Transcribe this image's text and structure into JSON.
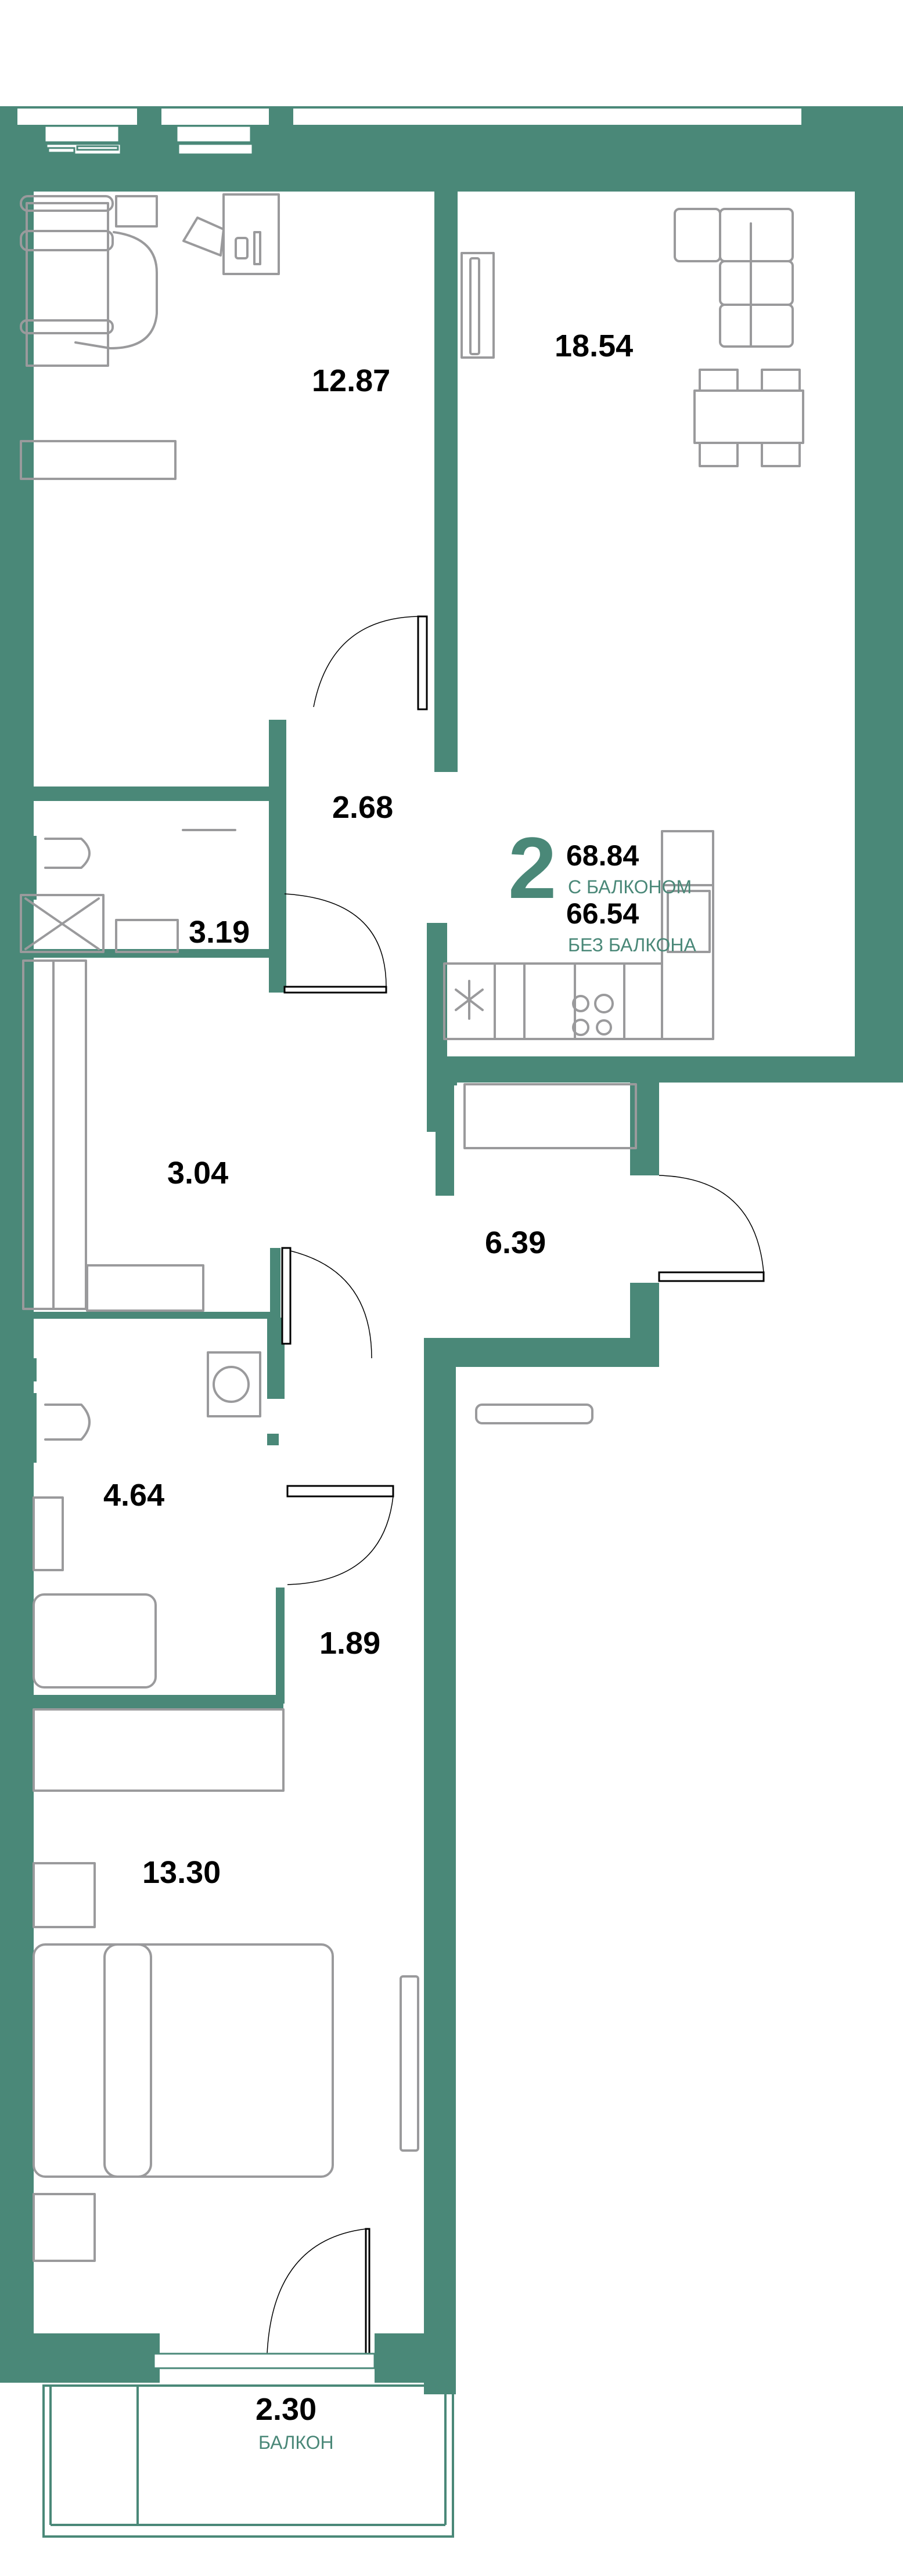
{
  "plan": {
    "room_count": "2",
    "total_area_with_balcony": "68.84",
    "with_balcony_label": "С БАЛКОНОМ",
    "total_area_without_balcony": "66.54",
    "without_balcony_label": "БЕЗ БАЛКОНА",
    "colors": {
      "wall": "#4a8878",
      "furniture": "#9a9a9c",
      "label": "#000000",
      "accent": "#4a8878"
    }
  },
  "rooms": [
    {
      "id": "bedroom-1",
      "area": "12.87"
    },
    {
      "id": "living-kitchen",
      "area": "18.54"
    },
    {
      "id": "corridor-1",
      "area": "2.68"
    },
    {
      "id": "bathroom-1",
      "area": "3.19"
    },
    {
      "id": "wardrobe",
      "area": "3.04"
    },
    {
      "id": "hall",
      "area": "6.39"
    },
    {
      "id": "bathroom-2",
      "area": "4.64"
    },
    {
      "id": "corridor-2",
      "area": "1.89"
    },
    {
      "id": "bedroom-2",
      "area": "13.30"
    },
    {
      "id": "balcony",
      "area": "2.30",
      "label": "БАЛКОН"
    }
  ]
}
